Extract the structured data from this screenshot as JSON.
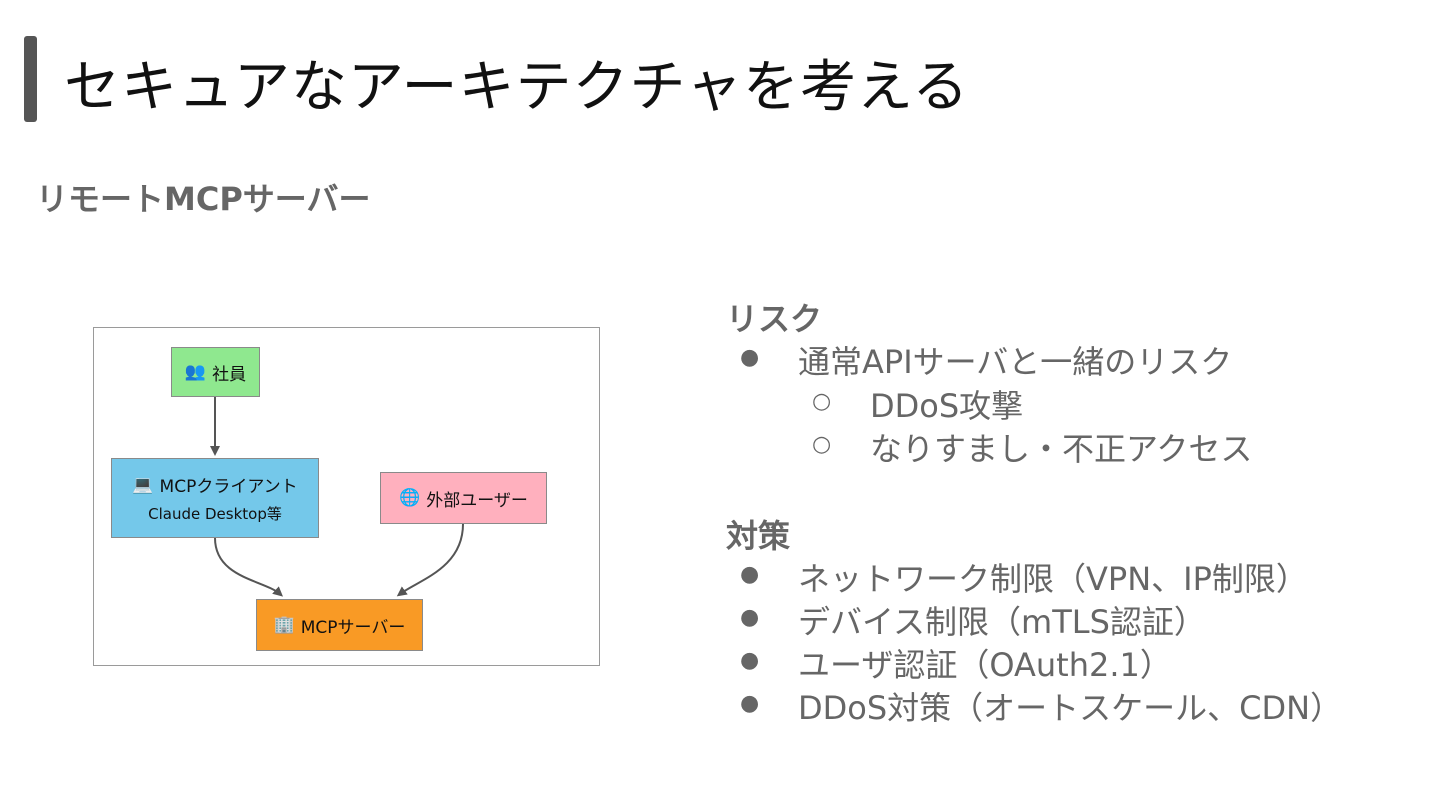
{
  "title": "セキュアなアーキテクチャを考える",
  "subtitle": "リモートMCPサーバー",
  "diagram": {
    "nodes": {
      "staff": {
        "icon": "👥",
        "label": "社員"
      },
      "client": {
        "icon": "💻",
        "label": "MCPクライアント",
        "sublabel": "Claude Desktop等"
      },
      "external": {
        "icon": "🌐",
        "label": "外部ユーザー"
      },
      "server": {
        "icon": "🏢",
        "label": "MCPサーバー"
      }
    },
    "edges": [
      {
        "from": "社員",
        "to": "MCPクライアント"
      },
      {
        "from": "MCPクライアント",
        "to": "MCPサーバー"
      },
      {
        "from": "外部ユーザー",
        "to": "MCPサーバー"
      }
    ]
  },
  "risk": {
    "heading": "リスク",
    "bullet_mark": "●",
    "sub_mark": "○",
    "items": [
      {
        "text": "通常APIサーバと一緒のリスク",
        "children": [
          "DDoS攻撃",
          "なりすまし・不正アクセス"
        ]
      }
    ]
  },
  "countermeasures": {
    "heading": "対策",
    "bullet_mark": "●",
    "items": [
      "ネットワーク制限（VPN、IP制限）",
      "デバイス制限（mTLS認証）",
      "ユーザ認証（OAuth2.1）",
      "DDoS対策（オートスケール、CDN）"
    ]
  }
}
